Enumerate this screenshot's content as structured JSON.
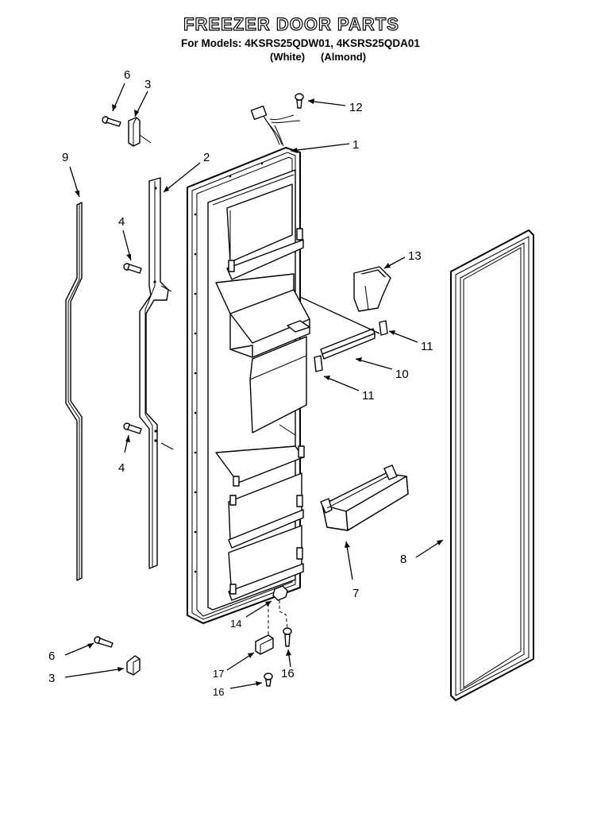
{
  "header": {
    "title": "FREEZER DOOR PARTS",
    "models_line": "For Models: 4KSRS25QDW01, 4KSRS25QDA01",
    "variant_white": "(White)",
    "variant_almond": "(Almond)"
  },
  "callouts": {
    "c1": "1",
    "c2": "2",
    "c3a": "3",
    "c3b": "3",
    "c4a": "4",
    "c4b": "4",
    "c6a": "6",
    "c6b": "6",
    "c7": "7",
    "c8": "8",
    "c9": "9",
    "c10": "10",
    "c11a": "11",
    "c11b": "11",
    "c12": "12",
    "c13": "13",
    "c14": "14",
    "c16a": "16",
    "c16b": "16",
    "c17": "17"
  }
}
